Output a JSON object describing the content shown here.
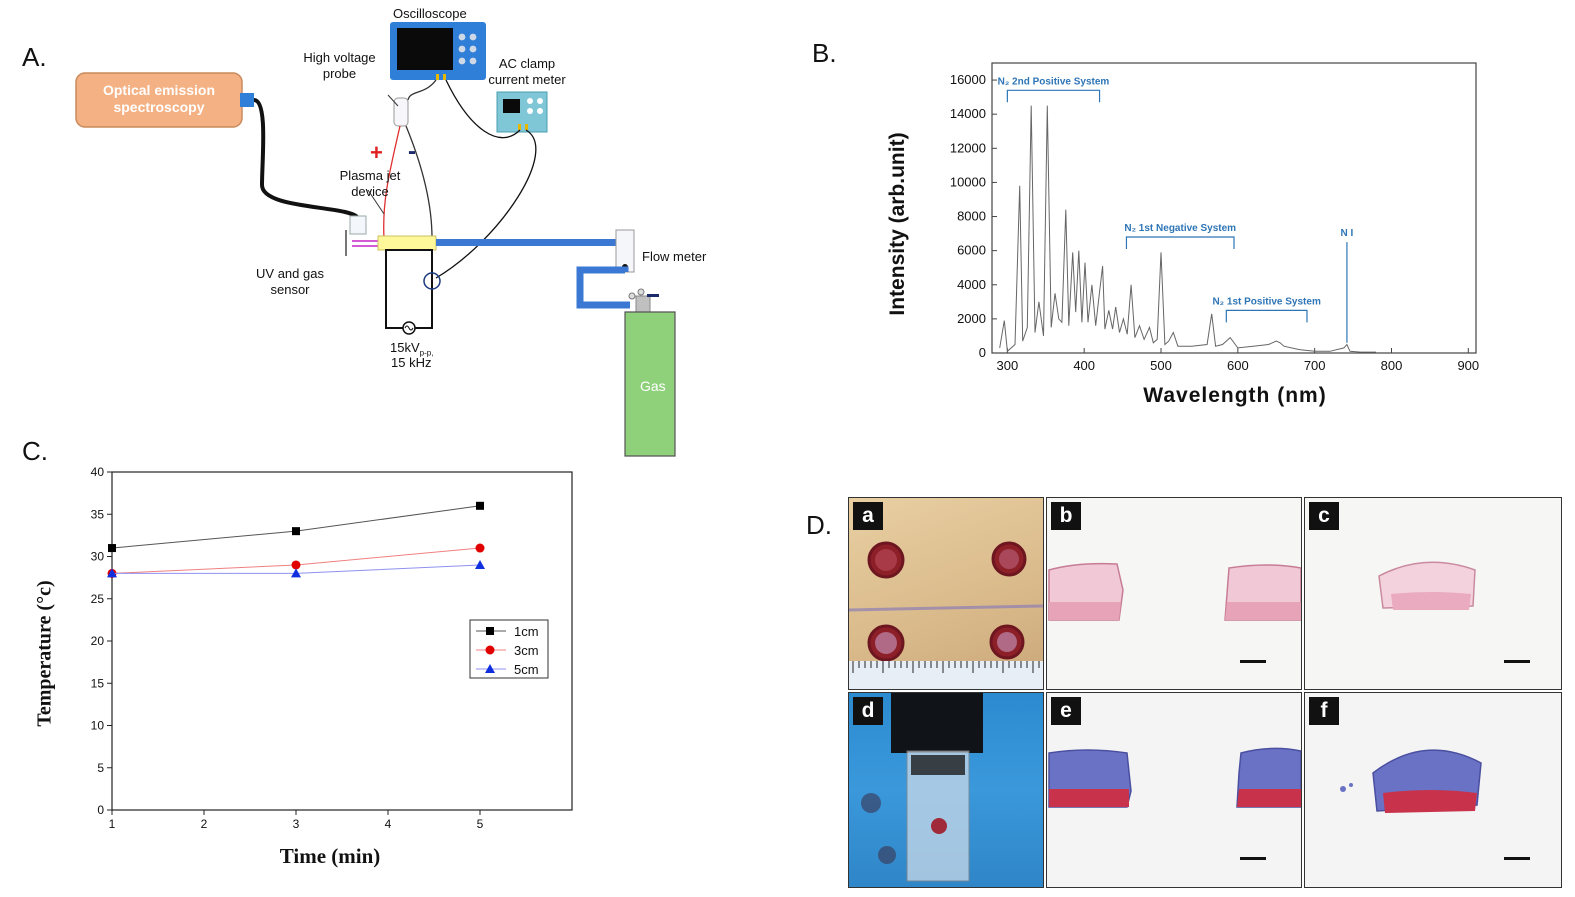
{
  "panel_a": {
    "letter": "A.",
    "oes_label": "Optical emission spectroscopy",
    "oscilloscope_label": "Oscilloscope",
    "hv_probe_label": "High voltage probe",
    "ac_clamp_label": "AC clamp current meter",
    "plasma_jet_label": "Plasma jet device",
    "uv_sensor_label": "UV and gas sensor",
    "flow_meter_label": "Flow meter",
    "voltage_label_main": "15kV",
    "voltage_label_sub": "p-p,",
    "frequency_label": "15 kHz",
    "gas_label": "Gas",
    "plus_sign": "+",
    "minus_sign": "-",
    "colors": {
      "oes_box": "#f4b183",
      "device": "#2f7ed8",
      "cylinder": "#8fd17a",
      "tube": "#3a78d4"
    }
  },
  "panel_b": {
    "letter": "B.",
    "annotations": {
      "n2_second_positive": "N₂ 2nd Positive System",
      "n2_first_negative": "N₂ 1st Negative System",
      "n2_first_positive": "N₂ 1st Positive System",
      "ni": "N I"
    },
    "annotation_color": "#2e75b6"
  },
  "panel_c": {
    "letter": "C."
  },
  "panel_d": {
    "letter": "D.",
    "tiles": [
      "a",
      "b",
      "c",
      "d",
      "e",
      "f"
    ]
  },
  "chart_data": [
    {
      "type": "line",
      "xlabel": "Wavelength (nm)",
      "ylabel": "Intensity (arb.unit)",
      "xlim": [
        280,
        910
      ],
      "ylim": [
        0,
        17000
      ],
      "xticks": [
        300,
        400,
        500,
        600,
        700,
        800,
        900
      ],
      "yticks": [
        0,
        2000,
        4000,
        6000,
        8000,
        10000,
        12000,
        14000,
        16000
      ],
      "series": [
        {
          "x": [
            290,
            296,
            300,
            310,
            316,
            320,
            326,
            331,
            336,
            341,
            347,
            352,
            357,
            362,
            367,
            371,
            376,
            380,
            385,
            389,
            393,
            397,
            401,
            405,
            410,
            415,
            420,
            424,
            427,
            432,
            437,
            441,
            446,
            451,
            456,
            461,
            466,
            472,
            478,
            485,
            490,
            495,
            500,
            505,
            510,
            516,
            522,
            540,
            560,
            566,
            571,
            580,
            590,
            600,
            620,
            640,
            650,
            655,
            660,
            680,
            700,
            720,
            738,
            742,
            746,
            760,
            780
          ],
          "y": [
            300,
            1900,
            100,
            500,
            9800,
            700,
            1500,
            14500,
            1200,
            3000,
            1000,
            14500,
            1500,
            3500,
            2000,
            1800,
            8400,
            1600,
            5900,
            2400,
            6000,
            1800,
            5300,
            1800,
            4000,
            1600,
            3600,
            5100,
            1400,
            2500,
            1400,
            2700,
            1200,
            2000,
            1100,
            4000,
            900,
            1600,
            800,
            1500,
            600,
            800,
            5900,
            500,
            700,
            1200,
            400,
            400,
            500,
            2300,
            400,
            500,
            900,
            300,
            400,
            500,
            700,
            600,
            400,
            200,
            100,
            100,
            300,
            500,
            100,
            50,
            50
          ]
        }
      ]
    },
    {
      "type": "line",
      "xlabel": "Time (min)",
      "ylabel": "Temperature (°c)",
      "xlim": [
        1,
        6
      ],
      "ylim": [
        0,
        40
      ],
      "xticks": [
        1,
        2,
        3,
        4,
        5
      ],
      "yticks": [
        0,
        5,
        10,
        15,
        20,
        25,
        30,
        35,
        40
      ],
      "legend": "right",
      "series": [
        {
          "name": "1cm",
          "x": [
            1,
            3,
            5
          ],
          "y": [
            31,
            33,
            36
          ],
          "color": "#000000",
          "line_color": "#555555",
          "marker": "square"
        },
        {
          "name": "3cm",
          "x": [
            1,
            3,
            5
          ],
          "y": [
            28,
            29,
            31
          ],
          "color": "#e00000",
          "line_color": "#f08080",
          "marker": "circle"
        },
        {
          "name": "5cm",
          "x": [
            1,
            3,
            5
          ],
          "y": [
            28,
            28,
            29
          ],
          "color": "#1030e0",
          "line_color": "#9090f0",
          "marker": "triangle"
        }
      ]
    }
  ]
}
